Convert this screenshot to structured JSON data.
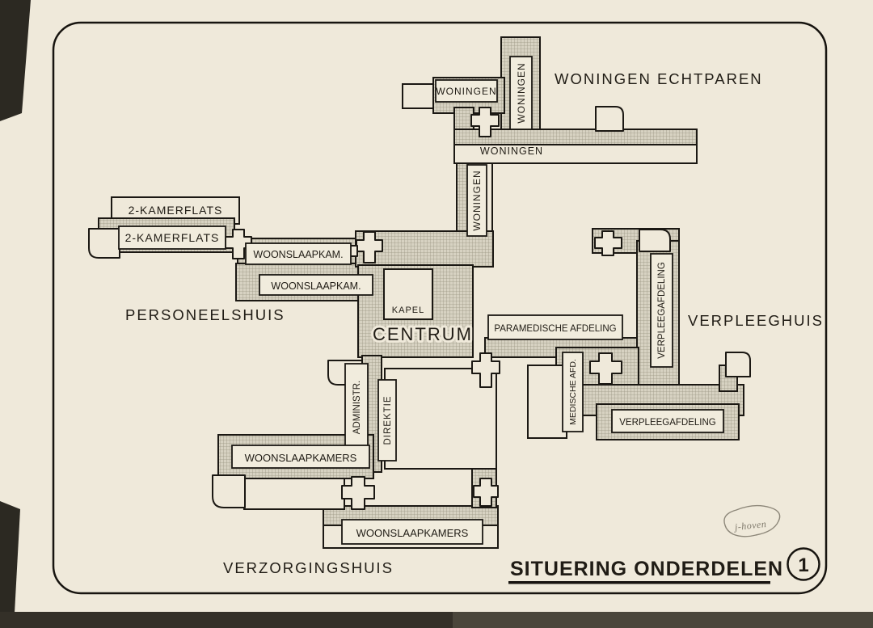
{
  "colors": {
    "paper": "#efe9da",
    "ink": "#201c15",
    "hatch_fill": "#d7d2c2",
    "hatch_line": "#9b9684",
    "pencil": "#8d8779"
  },
  "area_titles": {
    "woningen_echtparen": "WONINGEN ECHTPAREN",
    "personeelshuis": "PERSONEELSHUIS",
    "verpleeghuis": "VERPLEEGHUIS",
    "verzorgingshuis": "VERZORGINGSHUIS"
  },
  "wing_labels": {
    "woningen_top": "WONINGEN",
    "woningen_tower": "WONINGEN",
    "woningen_mid": "WONINGEN",
    "woningen_lower_tower": "WONINGEN",
    "kamerflats_upper": "2-KAMERFLATS",
    "kamerflats_lower": "2-KAMERFLATS",
    "woonslaapkam_1": "WOONSLAAPKAM.",
    "woonslaapkam_2": "WOONSLAAPKAM.",
    "kapel": "KAPEL",
    "centrum": "CENTRUM",
    "paramedische_afdeling": "PARAMEDISCHE AFDELING",
    "verpleegafdeling_vertical": "VERPLEEGAFDELING",
    "verpleegafdeling_bottom": "VERPLEEGAFDELING",
    "medische_afd": "MEDISCHE AFD.",
    "administr": "ADMINISTR.",
    "direktie": "DIREKTIE",
    "woonslaapkamers_west": "WOONSLAAPKAMERS",
    "woonslaapkamers_south": "WOONSLAAPKAMERS"
  },
  "title_block": {
    "title": "SITUERING ONDERDELEN",
    "sheet_number": "1"
  },
  "annotations": {
    "handwritten_note": "j-hoven"
  }
}
